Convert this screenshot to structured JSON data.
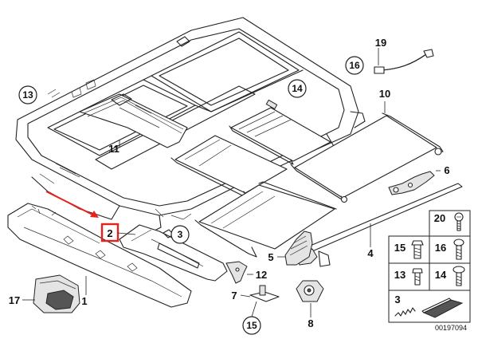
{
  "callouts": {
    "p1": "1",
    "p2": "2",
    "p3": "3",
    "p4": "4",
    "p5": "5",
    "p6": "6",
    "p7": "7",
    "p8": "8",
    "p10": "10",
    "p11": "11",
    "p12": "12",
    "p13": "13",
    "p14": "14",
    "p15": "15",
    "p16": "16",
    "p17": "17",
    "p19": "19"
  },
  "hardware_grid": {
    "c20": "20",
    "c15": "15",
    "c16": "16",
    "c13": "13",
    "c14": "14",
    "c3": "3"
  },
  "diagram_code": "00197094",
  "colors": {
    "highlight": "#e8221b",
    "line": "#222222"
  }
}
